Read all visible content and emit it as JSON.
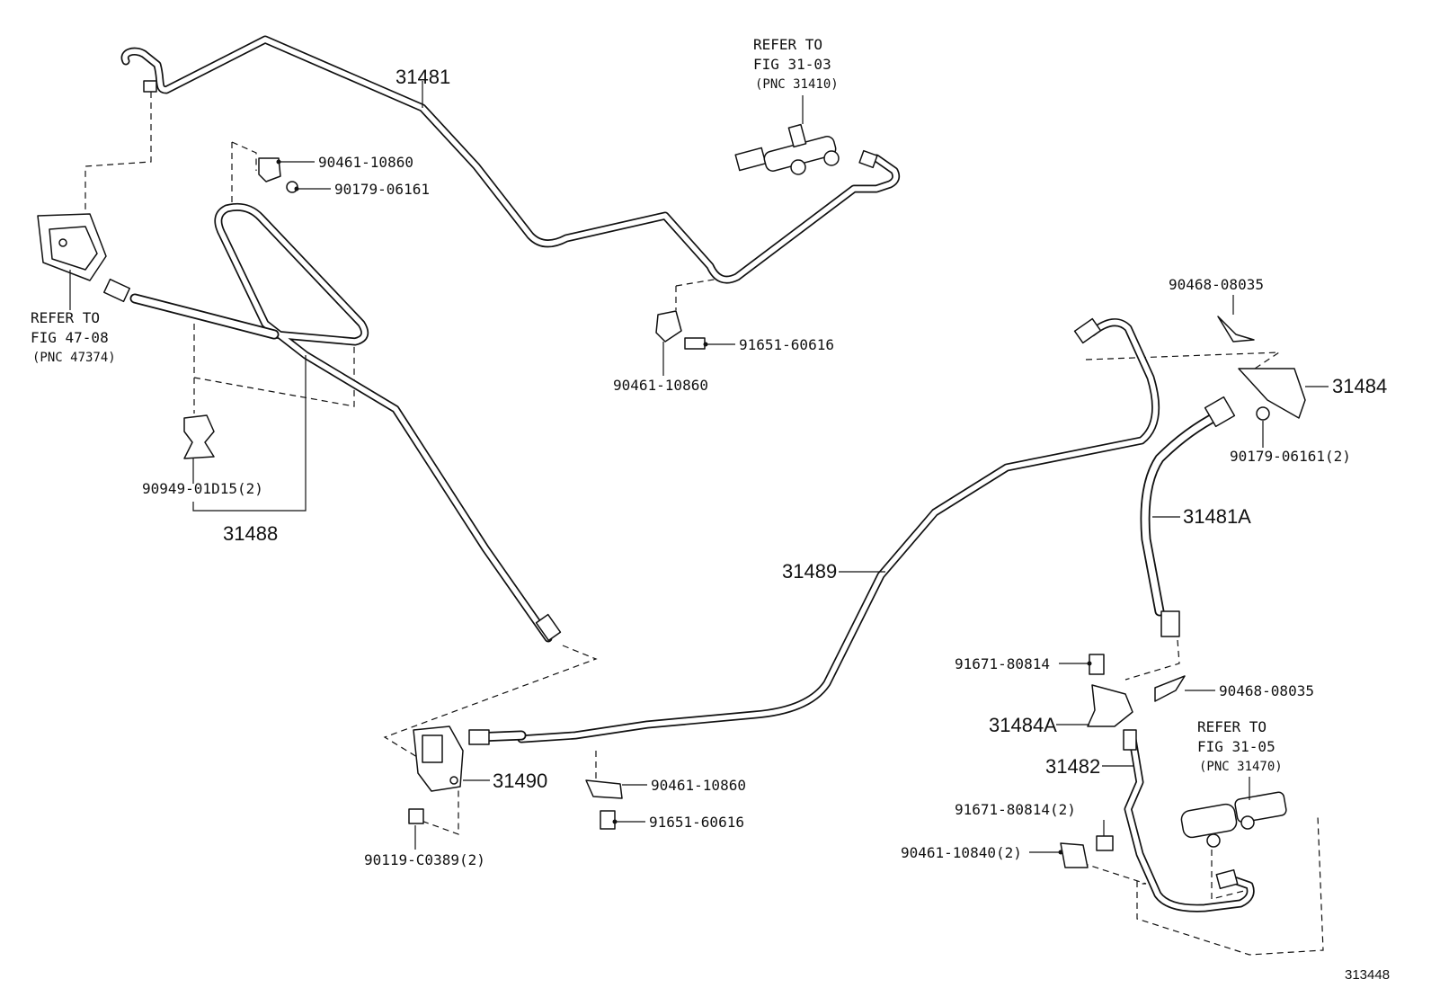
{
  "diagram": {
    "figure_code": "313448",
    "pnc_labels": {
      "p31481": "31481",
      "p31481a": "31481A",
      "p31482": "31482",
      "p31484": "31484",
      "p31484a": "31484A",
      "p31488": "31488",
      "p31489": "31489",
      "p31490": "31490"
    },
    "part_numbers": {
      "clip_top": "90461-10860",
      "nut_top": "90179-06161",
      "clip_mid": "90461-10860",
      "bolt_mid": "91651-60616",
      "grommet": "90949-01D15(2)",
      "bolt_bracket": "90119-C0389(2)",
      "clip_bottom": "90461-10860",
      "bolt_bottom": "91651-60616",
      "clip_right_top": "90468-08035",
      "nut_right": "90179-06161(2)",
      "bolt_31484a": "91671-80814",
      "clip_right_mid": "90468-08035",
      "bolt_lower_right": "91671-80814(2)",
      "clamp_lower_right": "90461-10840(2)"
    },
    "references": {
      "master_cyl": {
        "line1": "REFER TO",
        "line2": "FIG 31-03",
        "line3": "(PNC 31410)"
      },
      "left_bracket": {
        "line1": "REFER TO",
        "line2": "FIG 47-08",
        "line3": "(PNC 47374)"
      },
      "release_cyl": {
        "line1": "REFER TO",
        "line2": "FIG 31-05",
        "line3": "(PNC 31470)"
      }
    }
  }
}
